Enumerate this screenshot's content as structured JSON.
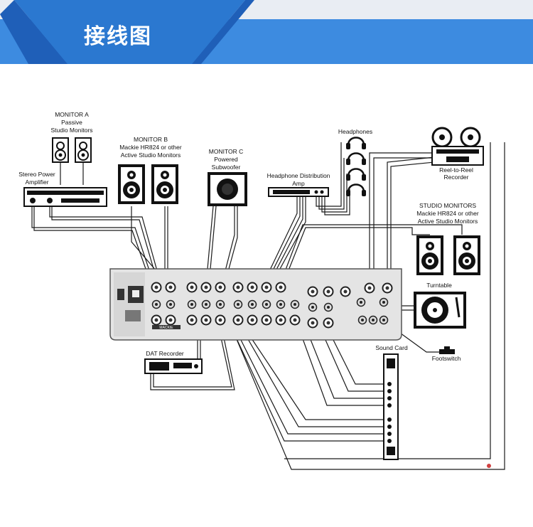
{
  "banner": {
    "title": "接线图",
    "color_light": "#3d8be0",
    "color_dark": "#1f5fb8"
  },
  "labels": {
    "monitor_a": [
      "MONITOR A",
      "Passive",
      "Studio Monitors"
    ],
    "amp": [
      "Stereo Power",
      "Amplifier"
    ],
    "monitor_b": [
      "MONITOR B",
      "Mackie HR824 or other",
      "Active Studio Monitors"
    ],
    "monitor_c": [
      "MONITOR C",
      "Powered",
      "Subwoofer"
    ],
    "hp_amp": [
      "Headphone Distribution",
      "Amp"
    ],
    "headphones": "Headphones",
    "reel": [
      "Reel-to-Reel",
      "Recorder"
    ],
    "studio_monitors": [
      "STUDIO MONITORS",
      "Mackie HR824 or other",
      "Active Studio Monitors"
    ],
    "turntable": "Turntable",
    "dat": "DAT Recorder",
    "sound_card": "Sound Card",
    "footswitch": "Footswitch",
    "mixer_brand": "MACKIE"
  }
}
